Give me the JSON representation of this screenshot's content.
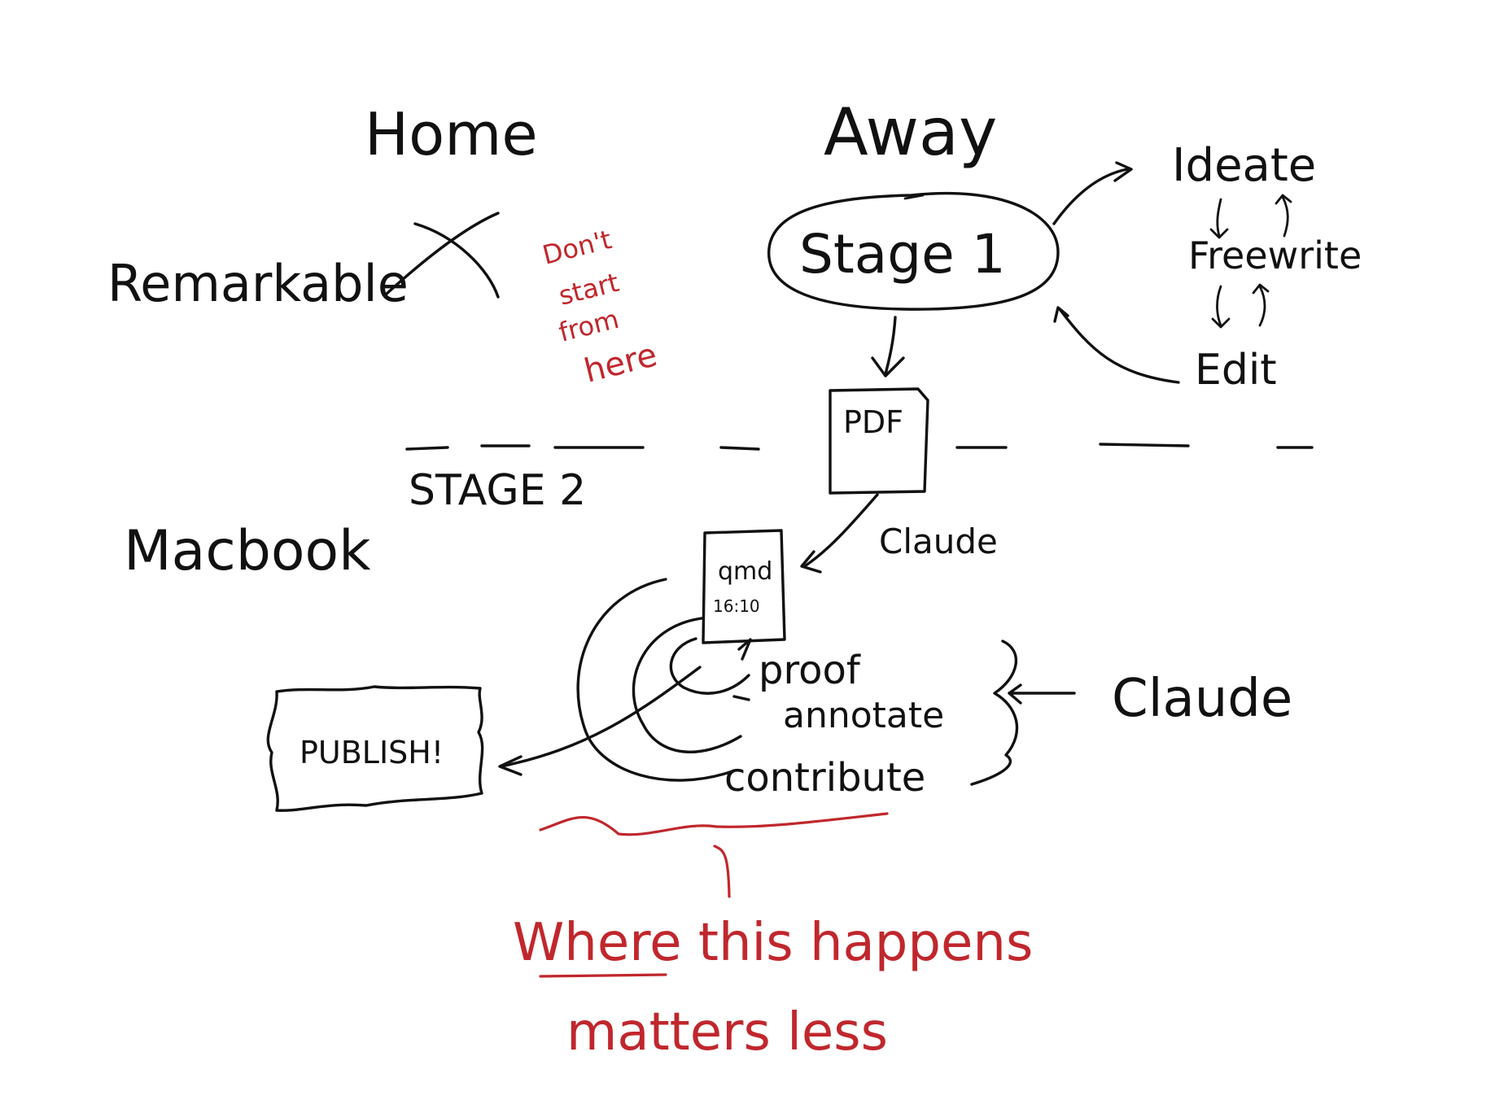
{
  "columns": {
    "home": "Home",
    "away": "Away"
  },
  "rows": {
    "remarkable": "Remarkable",
    "macbook": "Macbook"
  },
  "stage_divider_label": "STAGE 2",
  "stage1": {
    "label": "Stage 1",
    "loop": {
      "ideate": "Ideate",
      "freewrite": "Freewrite",
      "edit": "Edit"
    }
  },
  "annotations": {
    "dont_start_lines": [
      "Don't",
      "start",
      "from",
      "here"
    ],
    "where_line1": "Where this happens",
    "where_line2": "matters less"
  },
  "nodes": {
    "pdf": "PDF",
    "qmd_line1": "qmd",
    "qmd_line2": "16:10",
    "publish": "PUBLISH!"
  },
  "edges": {
    "claude_pdf_to_qmd": "Claude",
    "claude_brace": "Claude"
  },
  "tasks": [
    "proof",
    "annotate",
    "contribute"
  ],
  "colors": {
    "ink": "#111111",
    "accent_red": "#c0272d",
    "background": "#ffffff"
  }
}
